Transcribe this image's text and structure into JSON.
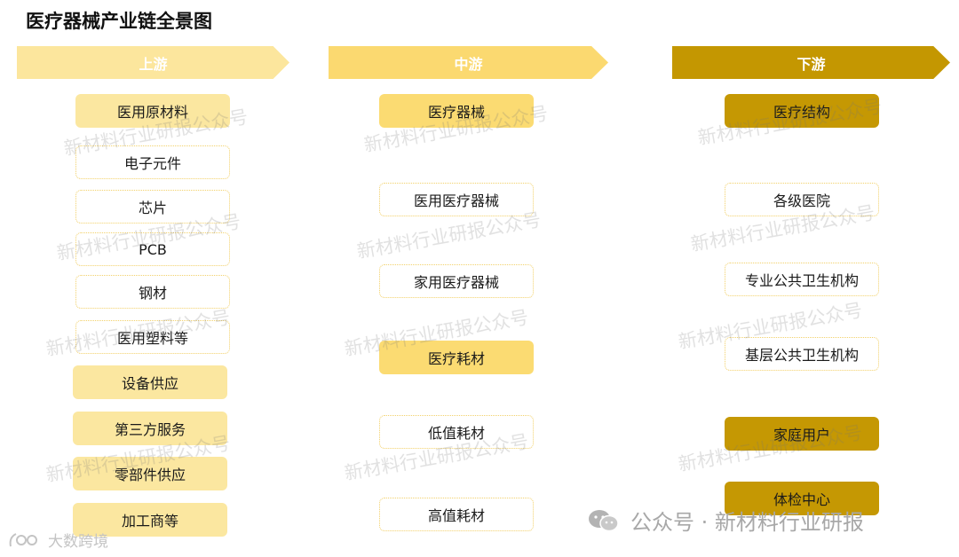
{
  "title": "医疗器械产业链全景图",
  "stages": {
    "upstream": "上游",
    "midstream": "中游",
    "downstream": "下游"
  },
  "upstream_items": [
    "医用原材料",
    "电子元件",
    "芯片",
    "PCB",
    "钢材",
    "医用塑料等",
    "设备供应",
    "第三方服务",
    "零部件供应",
    "加工商等"
  ],
  "midstream_items": [
    "医疗器械",
    "医用医疗器械",
    "家用医疗器械",
    "医疗耗材",
    "低值耗材",
    "高值耗材"
  ],
  "downstream_items": [
    "医疗结构",
    "各级医院",
    "专业公共卫生机构",
    "基层公共卫生机构",
    "家庭用户",
    "体检中心"
  ],
  "watermark": "新材料行业研报公众号",
  "footer": {
    "account": "公众号 · 新材料行业研报",
    "logo_text": "大数跨境"
  },
  "colors": {
    "upstream": "#fce69d",
    "midstream": "#fbd970",
    "downstream": "#c49701",
    "dashed_border": "#f2d16b"
  }
}
